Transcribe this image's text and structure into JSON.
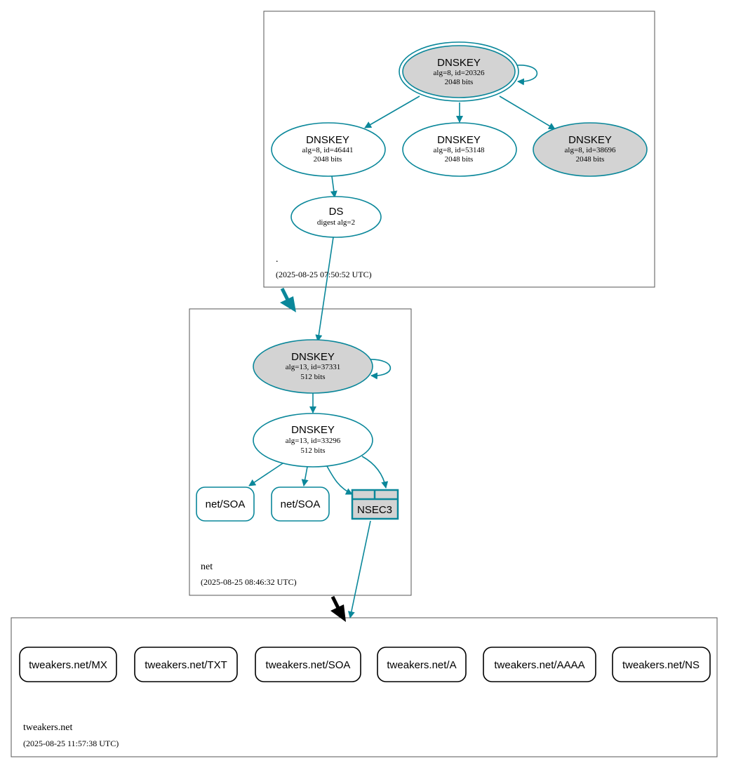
{
  "colors": {
    "edge": "#0a879a",
    "gray_fill": "#d3d3d3",
    "black": "#000000"
  },
  "zones": {
    "root": {
      "name": ".",
      "timestamp": "(2025-08-25 07:50:52 UTC)"
    },
    "net": {
      "name": "net",
      "timestamp": "(2025-08-25 08:46:32 UTC)"
    },
    "tweakers": {
      "name": "tweakers.net",
      "timestamp": "(2025-08-25 11:57:38 UTC)"
    }
  },
  "root_nodes": {
    "ksk": {
      "title": "DNSKEY",
      "line1": "alg=8, id=20326",
      "line2": "2048 bits"
    },
    "zsk1": {
      "title": "DNSKEY",
      "line1": "alg=8, id=46441",
      "line2": "2048 bits"
    },
    "zsk2": {
      "title": "DNSKEY",
      "line1": "alg=8, id=53148",
      "line2": "2048 bits"
    },
    "ksk2": {
      "title": "DNSKEY",
      "line1": "alg=8, id=38696",
      "line2": "2048 bits"
    },
    "ds": {
      "title": "DS",
      "line1": "digest alg=2"
    }
  },
  "net_nodes": {
    "ksk": {
      "title": "DNSKEY",
      "line1": "alg=13, id=37331",
      "line2": "512 bits"
    },
    "zsk": {
      "title": "DNSKEY",
      "line1": "alg=13, id=33296",
      "line2": "512 bits"
    },
    "soa1": "net/SOA",
    "soa2": "net/SOA",
    "nsec3": "NSEC3"
  },
  "tweakers_rrsets": [
    "tweakers.net/MX",
    "tweakers.net/TXT",
    "tweakers.net/SOA",
    "tweakers.net/A",
    "tweakers.net/AAAA",
    "tweakers.net/NS"
  ]
}
